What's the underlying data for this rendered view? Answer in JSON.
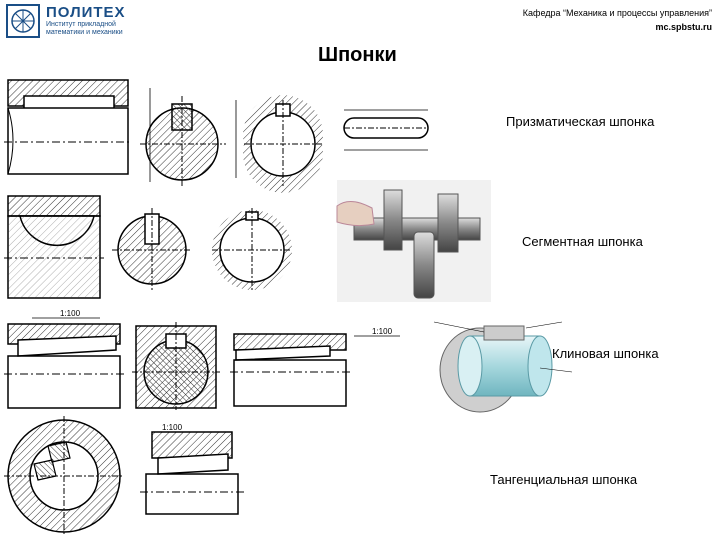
{
  "header": {
    "logo_title": "ПОЛИТЕХ",
    "logo_subtitle_1": "Институт прикладной",
    "logo_subtitle_2": "математики и механики",
    "department": "Кафедра “Механика и процессы управления”",
    "site": "mc.spbstu.ru"
  },
  "slide": {
    "title": "Шпонки",
    "labels": [
      "Призматическая шпонка",
      "Сегментная шпонка",
      "Клиновая шпонка",
      "Тангенциальная шпонка"
    ],
    "slope_labels": [
      "1:100",
      "1:100",
      "1:100"
    ]
  },
  "colors": {
    "logo": "#1a4e86",
    "hatch": "#333333"
  }
}
